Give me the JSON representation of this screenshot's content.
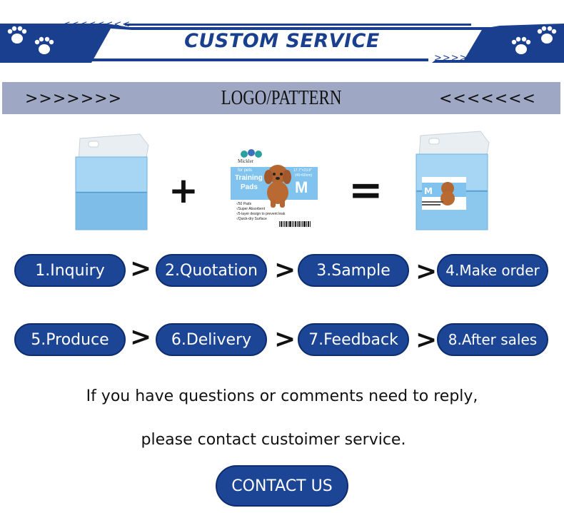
{
  "header": {
    "title": "CUSTOM SERVICE",
    "arrows_left": "<<<<<<<<",
    "arrows_right": ">>>>>>>>"
  },
  "band": {
    "left": ">>>>>>>",
    "center": "LOGO/PATTERN",
    "right": "<<<<<<<"
  },
  "product_row": {
    "plus": "+",
    "equals": "=",
    "label_card": {
      "brand": "Mickler",
      "for": "for pets",
      "name_line1": "Training",
      "name_line2": "Pads",
      "size_letter": "M",
      "dims": "17.7\"×23.6\"",
      "dims2": "(45×60cm)",
      "bullets": [
        "√50 Pads",
        "√Super Absorbent",
        "√5-layer design to prevent leak",
        "√Quick-dry Surface"
      ]
    }
  },
  "steps_row1": [
    "1.Inquiry",
    "2.Quotation",
    "3.Sample",
    "4.Make order"
  ],
  "steps_row2": [
    "5.Produce",
    "6.Delivery",
    "7.Feedback",
    "8.After sales"
  ],
  "separator": ">",
  "message": {
    "line1": "If you have questions or comments need to reply,",
    "line2": "please contact custoimer service."
  },
  "contact_button": "CONTACT US",
  "colors": {
    "brand_blue": "#1c4596",
    "band_grey": "#9ea7c4",
    "pad_blue": "#8cc8ee"
  },
  "icons": [
    "paw-icon"
  ]
}
